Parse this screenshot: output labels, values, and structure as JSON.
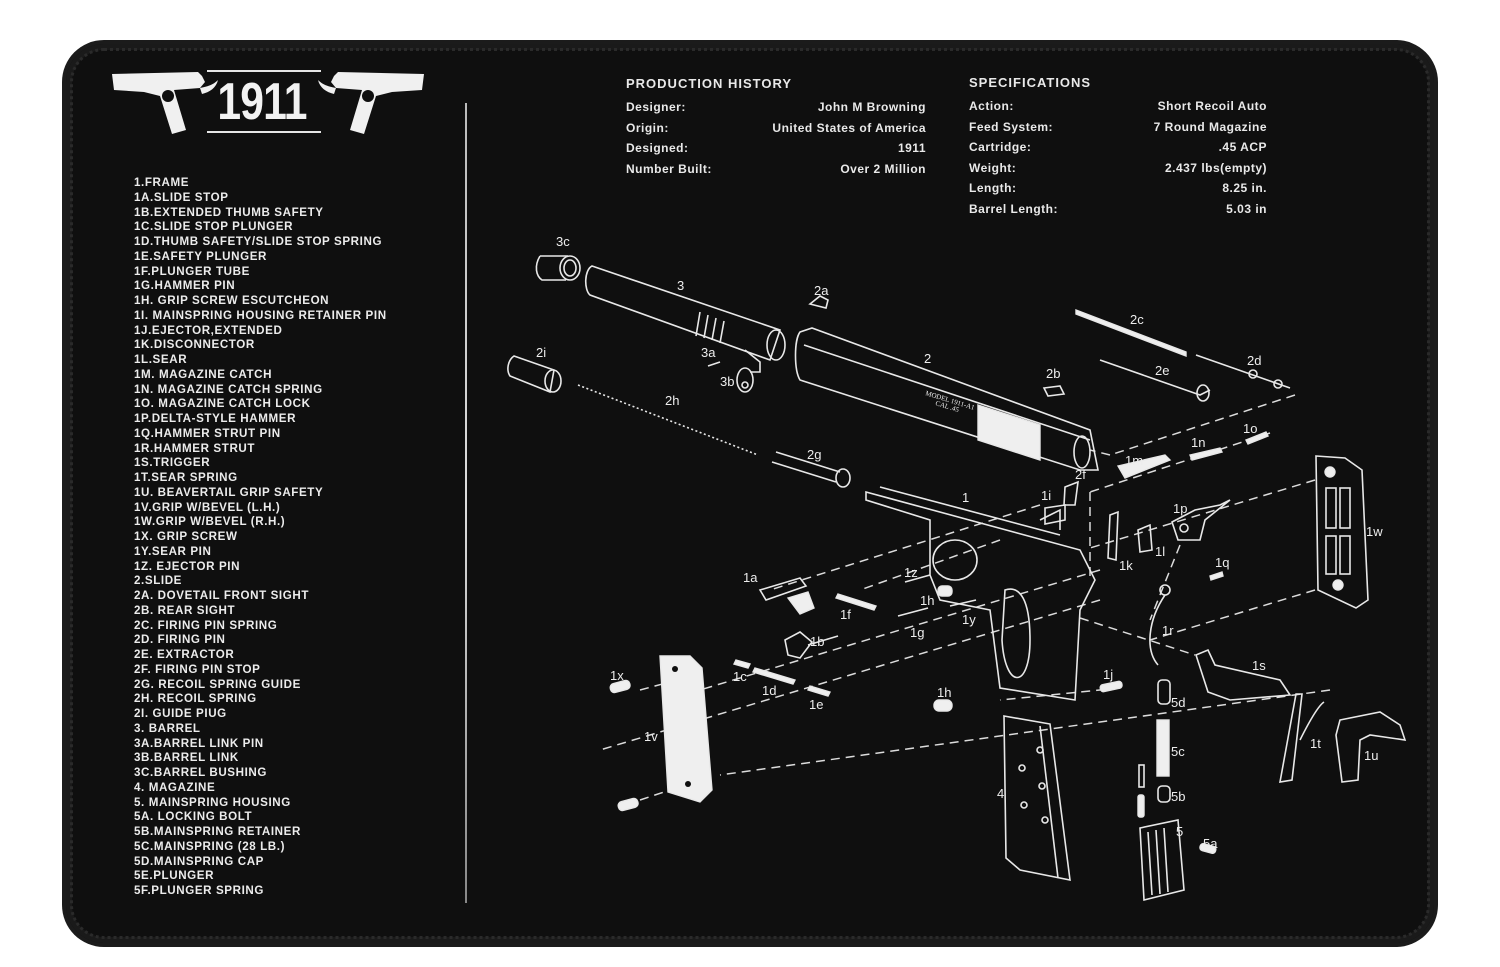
{
  "mat": {
    "model_title": "1911",
    "background_color": "#0f0f0f",
    "print_color": "#efefef"
  },
  "parts_list": [
    "1.FRAME",
    "1A.SLIDE STOP",
    "1B.EXTENDED THUMB SAFETY",
    "1C.SLIDE STOP PLUNGER",
    "1D.THUMB SAFETY/SLIDE STOP SPRING",
    "1E.SAFETY PLUNGER",
    "1F.PLUNGER TUBE",
    "1G.HAMMER PIN",
    "1H. GRIP SCREW ESCUTCHEON",
    "1I. MAINSPRING HOUSING RETAINER PIN",
    "1J.EJECTOR,EXTENDED",
    "1K.DISCONNECTOR",
    "1L.SEAR",
    "1M. MAGAZINE CATCH",
    "1N. MAGAZINE CATCH SPRING",
    "1O. MAGAZINE CATCH LOCK",
    "1P.DELTA-STYLE HAMMER",
    "1Q.HAMMER STRUT PIN",
    "1R.HAMMER STRUT",
    "1S.TRIGGER",
    "1T.SEAR SPRING",
    "1U. BEAVERTAIL GRIP SAFETY",
    "1V.GRIP W/BEVEL (L.H.)",
    "1W.GRIP W/BEVEL (R.H.)",
    "1X. GRIP SCREW",
    "1Y.SEAR PIN",
    "1Z. EJECTOR PIN",
    "2.SLIDE",
    "2A. DOVETAIL FRONT SIGHT",
    "2B. REAR SIGHT",
    "2C. FIRING PIN SPRING",
    "2D. FIRING PIN",
    "2E. EXTRACTOR",
    "2F. FIRING PIN STOP",
    "2G. RECOIL SPRING GUIDE",
    "2H. RECOIL SPRING",
    "2I. GUIDE PIUG",
    "3. BARREL",
    "3A.BARREL LINK PIN",
    "3B.BARREL LINK",
    "3C.BARREL BUSHING",
    "4. MAGAZINE",
    "5. MAINSPRING HOUSING",
    "5A. LOCKING BOLT",
    "5B.MAINSPRING RETAINER",
    "5C.MAINSPRING (28 LB.)",
    "5D.MAINSPRING CAP",
    "5E.PLUNGER",
    "5F.PLUNGER SPRING"
  ],
  "production_history": {
    "title": "PRODUCTION HISTORY",
    "rows": [
      {
        "label": "Designer:",
        "value": "John M Browning"
      },
      {
        "label": "Origin:",
        "value": "United States of America"
      },
      {
        "label": "Designed:",
        "value": "1911"
      },
      {
        "label": "Number Built:",
        "value": "Over 2 Million"
      }
    ]
  },
  "specifications": {
    "title": "SPECIFICATIONS",
    "rows": [
      {
        "label": "Action:",
        "value": "Short Recoil Auto"
      },
      {
        "label": "Feed System:",
        "value": "7 Round Magazine"
      },
      {
        "label": "Cartridge:",
        "value": ".45 ACP"
      },
      {
        "label": "Weight:",
        "value": "2.437 lbs(empty)"
      },
      {
        "label": "Length:",
        "value": "8.25 in."
      },
      {
        "label": "Barrel Length:",
        "value": "5.03 in"
      }
    ]
  },
  "diagram": {
    "slide_engraving": [
      "MODEL 1911-A1",
      "CAL .45"
    ],
    "callouts": {
      "c3c": "3c",
      "c3": "3",
      "c2a": "2a",
      "c2c": "2c",
      "c2i": "2i",
      "c3a": "3a",
      "c3b": "3b",
      "c2": "2",
      "c2e": "2e",
      "c2d": "2d",
      "c2b": "2b",
      "c2h": "2h",
      "c1o": "1o",
      "c1n": "1n",
      "c2g": "2g",
      "c1m": "1m",
      "c2f": "2f",
      "c1i": "1i",
      "c1": "1",
      "c1p": "1p",
      "c1w": "1w",
      "c1k": "1k",
      "c1l": "1l",
      "c1q": "1q",
      "c1a": "1a",
      "c1z": "1z",
      "c1h_top": "1h",
      "c1f": "1f",
      "c1y": "1y",
      "c1g": "1g",
      "c1r": "1r",
      "c1b": "1b",
      "c1x": "1x",
      "c1c": "1c",
      "c1s": "1s",
      "c1d": "1d",
      "c1e": "1e",
      "c1h_bot": "1h",
      "c1j": "1j",
      "c5d": "5d",
      "c1v": "1v",
      "c1t": "1t",
      "c1u": "1u",
      "c5c": "5c",
      "c4": "4",
      "c5b": "5b",
      "c5": "5",
      "c5a": "5a"
    }
  }
}
